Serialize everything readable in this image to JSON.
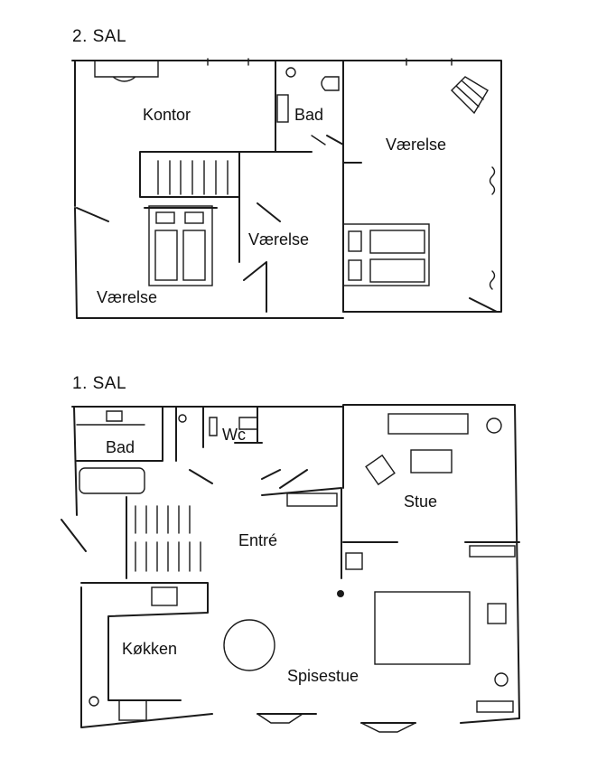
{
  "floors": [
    {
      "title": "2. SAL",
      "rooms": [
        "Kontor",
        "Bad",
        "Værelse",
        "Værelse",
        "Værelse"
      ]
    },
    {
      "title": "1. SAL",
      "rooms": [
        "Bad",
        "Wc",
        "Stue",
        "Entré",
        "Køkken",
        "Spisestue"
      ]
    }
  ]
}
